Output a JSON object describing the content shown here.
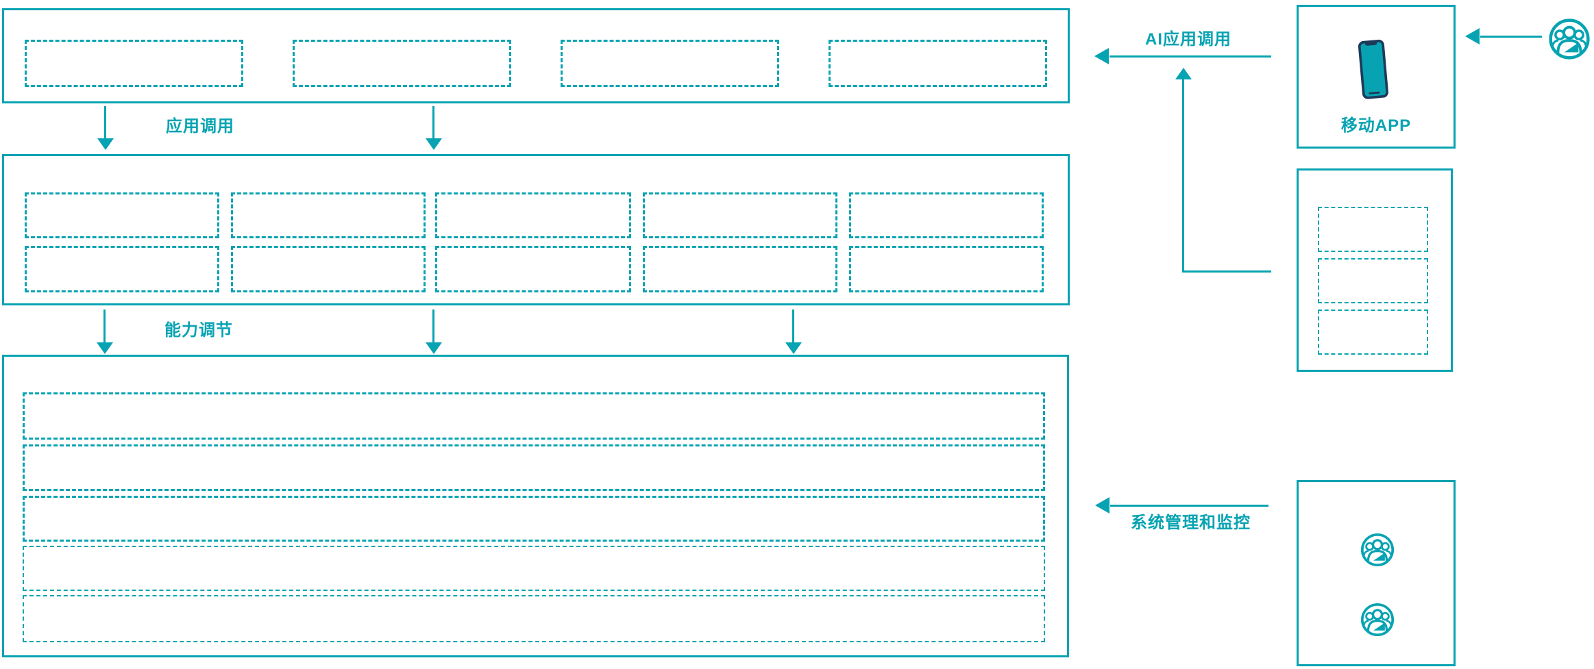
{
  "colors": {
    "accent": "#07a3b2",
    "phone_frame": "#1e3a5a",
    "background": "#ffffff"
  },
  "labels": {
    "app_call": "应用调用",
    "capability_adjust": "能力调节",
    "ai_app_call": "AI应用调用",
    "system_management": "系统管理和监控",
    "mobile_app": "移动APP"
  },
  "icons": {
    "smartphone": "smartphone-icon",
    "users": "users-icon"
  },
  "structure": {
    "top_panel_placeholder_count": 4,
    "middle_panel_grid": "2 rows x 5 cols",
    "bottom_panel_row_count": 5,
    "right_stack_placeholder_count": 3,
    "admin_users_icon_count": 2
  }
}
